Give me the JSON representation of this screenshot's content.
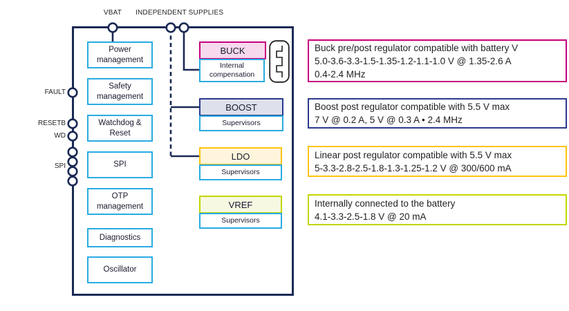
{
  "pins": {
    "vbat_label": "VBAT",
    "independent_supplies_label": "INDEPENDENT SUPPLIES",
    "left": [
      "FAULT",
      "RESETB",
      "WD",
      "SPI"
    ]
  },
  "core_blocks": [
    "Power management",
    "Safety management",
    "Watchdog & Reset",
    "SPI",
    "OTP management",
    "Diagnostics",
    "Oscillator"
  ],
  "regulators": [
    {
      "name": "BUCK",
      "subblock": "Internal compensation",
      "border": "#c6007e",
      "fill": "#f6d9ec",
      "description": {
        "border": "#c6007e",
        "lines": [
          "Buck pre/post regulator compatible with battery V",
          "5.0-3.6-3.3-1.5-1.35-1.2-1.1-1.0 V @ 1.35-2.6 A",
          "0.4-2.4 MHz"
        ]
      }
    },
    {
      "name": "BOOST",
      "subblock": "Supervisors",
      "border": "#2b3990",
      "fill": "#dee1ec",
      "description": {
        "border": "#2b3990",
        "lines": [
          "Boost post regulator compatible with 5.5 V max",
          "7 V @ 0.2 A, 5 V @ 0.3 A • 2.4 MHz"
        ]
      }
    },
    {
      "name": "LDO",
      "subblock": "Supervisors",
      "border": "#ffc20e",
      "fill": "#fef5dc",
      "description": {
        "border": "#ffc20e",
        "lines": [
          "Linear post regulator compatible with 5.5 V max",
          "5-3.3-2.8-2.5-1.8-1.3-1.25-1.2 V @ 300/600 mA"
        ]
      }
    },
    {
      "name": "VREF",
      "subblock": "Supervisors",
      "border": "#c3d600",
      "fill": "#f6f8e2",
      "description": {
        "border": "#c3d600",
        "lines": [
          "Internally connected to the battery",
          "4.1-3.3-2.5-1.8 V @ 20 mA"
        ]
      }
    }
  ],
  "colors": {
    "block_border_cyan": "#29abe2",
    "line_navy": "#1b2a55",
    "text": "#231f20"
  }
}
